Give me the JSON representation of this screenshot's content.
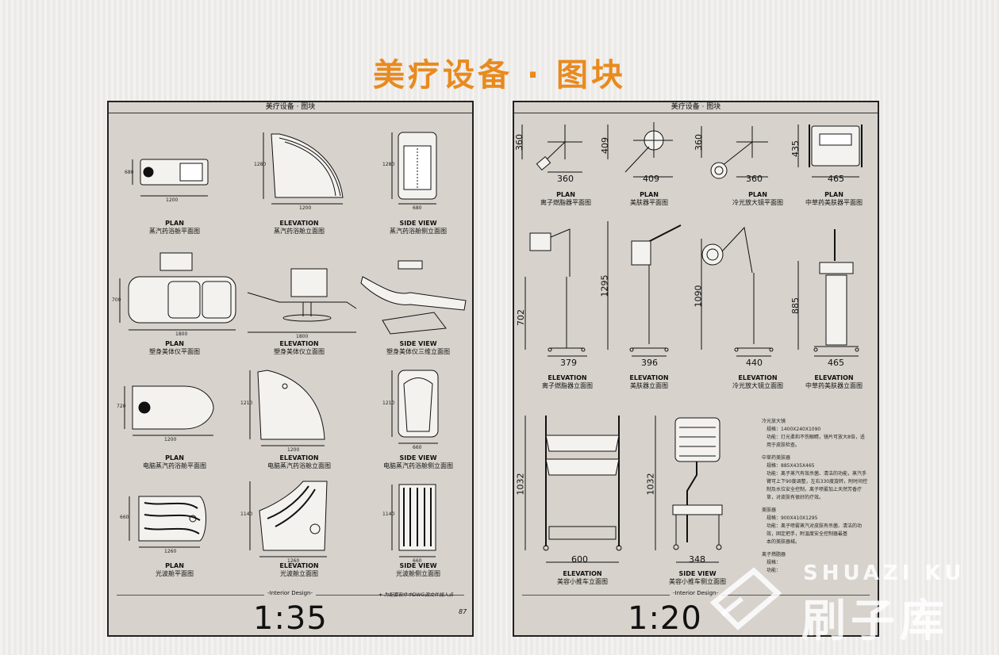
{
  "page": {
    "title": "美疗设备 · 图块"
  },
  "left_sheet": {
    "header": "美疗设备 · 图块",
    "items": [
      {
        "title": "PLAN",
        "subtitle": "蒸汽药浴舱平面图",
        "dims": [
          "680",
          "1200"
        ]
      },
      {
        "title": "ELEVATION",
        "subtitle": "蒸汽药浴舱立面图",
        "dims": [
          "1280",
          "1200"
        ]
      },
      {
        "title": "SIDE VIEW",
        "subtitle": "蒸汽药浴舱侧立面图",
        "dims": [
          "1280",
          "680"
        ]
      },
      {
        "title": "PLAN",
        "subtitle": "塑身美体仪平面图",
        "dims": [
          "700",
          "1800"
        ]
      },
      {
        "title": "ELEVATION",
        "subtitle": "塑身美体仪立面图",
        "dims": [
          "1800"
        ]
      },
      {
        "title": "SIDE VIEW",
        "subtitle": "塑身美体仪三维立面图",
        "dims": []
      },
      {
        "title": "PLAN",
        "subtitle": "电脑蒸汽药浴舱平面图",
        "dims": [
          "720",
          "1200"
        ]
      },
      {
        "title": "ELEVATION",
        "subtitle": "电脑蒸汽药浴舱立面图",
        "dims": [
          "1210",
          "1200"
        ]
      },
      {
        "title": "SIDE VIEW",
        "subtitle": "电脑蒸汽药浴舱侧立面图",
        "dims": [
          "1210",
          "660"
        ]
      },
      {
        "title": "PLAN",
        "subtitle": "光波舱平面图",
        "dims": [
          "660",
          "1260"
        ]
      },
      {
        "title": "ELEVATION",
        "subtitle": "光波舱立面图",
        "dims": [
          "1140",
          "1260"
        ]
      },
      {
        "title": "SIDE VIEW",
        "subtitle": "光波舱侧立面图",
        "dims": [
          "1140",
          "660"
        ]
      }
    ],
    "footer_label": "-Interior Design-",
    "footer_note": "+ 为配套软件中DWG源文件插入点",
    "scale": "1:35",
    "page_number": "87"
  },
  "right_sheet": {
    "header": "美疗设备 · 图块",
    "row1": [
      {
        "title": "PLAN",
        "subtitle": "离子燃脂器平面图",
        "v": "360",
        "h": "360"
      },
      {
        "title": "PLAN",
        "subtitle": "美肤器平面图",
        "v": "409",
        "h": "409"
      },
      {
        "title": "PLAN",
        "subtitle": "冷光放大镜平面图",
        "v": "360",
        "h": "360"
      },
      {
        "title": "PLAN",
        "subtitle": "中草药美肤器平面图",
        "v": "435",
        "h": "465"
      }
    ],
    "row2": [
      {
        "title": "ELEVATION",
        "subtitle": "离子燃脂器立面图",
        "v": "702",
        "h": "379"
      },
      {
        "title": "ELEVATION",
        "subtitle": "美肤器立面图",
        "v": "1295",
        "h": "396"
      },
      {
        "title": "ELEVATION",
        "subtitle": "冷光放大镜立面图",
        "v": "1090",
        "h": "440"
      },
      {
        "title": "ELEVATION",
        "subtitle": "中草药美肤器立面图",
        "v": "885",
        "h": "465"
      }
    ],
    "row3": [
      {
        "title": "ELEVATION",
        "subtitle": "美容小推车立面图",
        "v": "1032",
        "h": "600"
      },
      {
        "title": "SIDE VIEW",
        "subtitle": "美容小推车侧立面图",
        "v": "1032",
        "h": "348"
      }
    ],
    "specs": [
      {
        "name": "冷光放大镜",
        "lines": [
          "规格：1400X240X1090",
          "功能：灯光柔和不伤眼睛，镜片可放大8倍，适",
          "用于皮肤检查。"
        ]
      },
      {
        "name": "中草药美肤器",
        "lines": [
          "规格：885X435X465",
          "功能：离子蒸汽有效杀菌、清洁的功能，蒸汽手",
          "臂可上下90度调整，左右330度旋转，附时间控",
          "制及水位安全控制，离子喷雾加上天然芳香疗",
          "草，对皮肤有很好的疗效。"
        ]
      },
      {
        "name": "美肤器",
        "lines": [
          "规格：900X410X1295",
          "功能：离子喷雾蒸汽对皮肤有杀菌、清洁的功",
          "效，固定把手，附温度安全控制器最基",
          "本的美肤器械。"
        ]
      },
      {
        "name": "离子燃脂器",
        "lines": [
          "规格：",
          "功能："
        ]
      }
    ],
    "footer_label": "-Interior Design-",
    "scale": "1:20"
  },
  "watermark": {
    "latin": "SHUAZI KU",
    "cn": "刷子库"
  }
}
